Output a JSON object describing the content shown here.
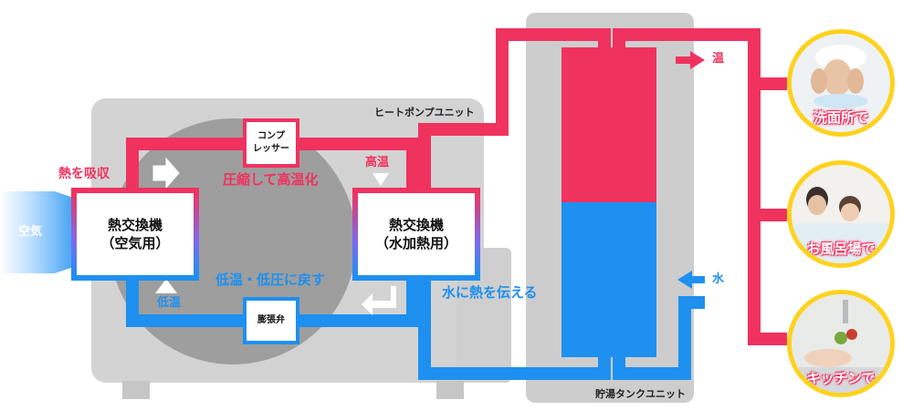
{
  "colors": {
    "hot": "#f0325f",
    "cold": "#1e90f0",
    "unit_gray": "#d0d0d0",
    "fan_gray": "#9a9a9a",
    "frame_yellow": "#ffd21e"
  },
  "heat_pump_unit": {
    "title": "ヒートポンプユニット",
    "air_label": "空気",
    "evaporator": {
      "line1": "熱交換機",
      "line2": "（空気用）"
    },
    "condenser": {
      "line1": "熱交換機",
      "line2": "（水加熱用）"
    },
    "compressor": {
      "line1": "コンプ",
      "line2": "レッサー"
    },
    "expansion_valve": "膨張弁",
    "absorb_heat": "熱を吸収",
    "compress_high_temp": "圧縮して高温化",
    "high_temp": "高温",
    "low_temp": "低温",
    "return_low": "低温・低圧に戻す",
    "transfer_to_water": "水に熱を伝える"
  },
  "storage_tank": {
    "title": "貯湯タンクユニット",
    "hot_out": "温",
    "water_in": "水"
  },
  "uses": [
    {
      "label": "洗面所で",
      "icon": "washbasin-photo"
    },
    {
      "label": "お風呂場で",
      "icon": "bath-photo"
    },
    {
      "label": "キッチンで",
      "icon": "kitchen-photo"
    }
  ]
}
